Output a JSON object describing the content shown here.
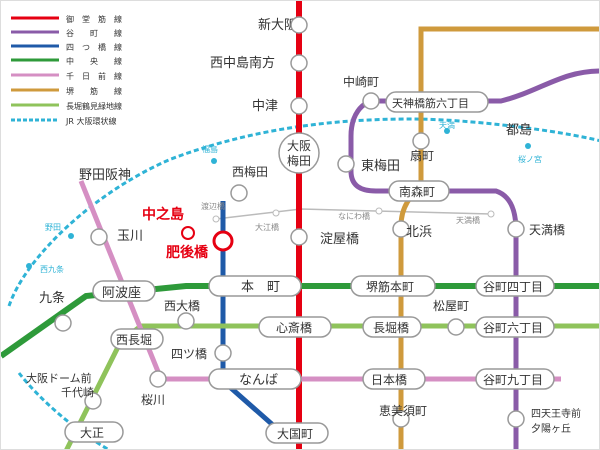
{
  "legend": [
    {
      "label": "御　堂　筋　線",
      "color": "#e60012",
      "dashed": false
    },
    {
      "label": "谷　　町　　線",
      "color": "#8a5ba8",
      "dashed": false
    },
    {
      "label": "四　つ　橋　線",
      "color": "#1f5aa8",
      "dashed": false
    },
    {
      "label": "中　　央　　線",
      "color": "#2e9a3a",
      "dashed": false
    },
    {
      "label": "千　日　前　線",
      "color": "#d58fc3",
      "dashed": false
    },
    {
      "label": "堺　　筋　　線",
      "color": "#cf9a3c",
      "dashed": false
    },
    {
      "label": "長堀鶴見緑地線",
      "color": "#8fc35b",
      "dashed": false
    },
    {
      "label": "JR 大阪環状線",
      "color": "#2fb3d6",
      "dashed": true
    }
  ],
  "highlight": {
    "label1": "中之島",
    "label2": "肥後橋",
    "color": "#e60012"
  },
  "stations": {
    "shin_osaka": "新大阪",
    "nishinakajima": "西中島南方",
    "nakatsu": "中津",
    "umeda_1": "大阪",
    "umeda_2": "梅田",
    "nishiumeda": "西梅田",
    "nodahanshin": "野田阪神",
    "tamagawa": "玉川",
    "awaza": "阿波座",
    "kujo": "九条",
    "nishiohashi": "西大橋",
    "nishinagahori": "西長堀",
    "yotsubashi": "四ツ橋",
    "sakuragawa": "桜川",
    "dome_1": "大阪ドーム前",
    "dome_2": "千代崎",
    "taisho": "大正",
    "daikokucho": "大国町",
    "hommachi": "本　町",
    "shinsaibashi": "心斎橋",
    "namba": "なんば",
    "yodoyabashi": "淀屋橋",
    "nakazakicho": "中崎町",
    "higashiumeda": "東梅田",
    "minamimorimachi": "南森町",
    "kitahama": "北浜",
    "tenjinbashi": "天神橋筋六丁目",
    "ogimachi": "扇町",
    "sakaisuji_hommachi": "堺筋本町",
    "nagahoribashi": "長堀橋",
    "nipponbashi": "日本橋",
    "ebisucho": "恵美須町",
    "matsuyamachi": "松屋町",
    "tenmabashi": "天満橋",
    "tanimachi4": "谷町四丁目",
    "tanimachi6": "谷町六丁目",
    "tanimachi9": "谷町九丁目",
    "tennoji_1": "四天王寺前",
    "tennoji_2": "夕陽ヶ丘",
    "miyakojima": "都島"
  },
  "jr_stations": {
    "fukushima": "福島",
    "noda": "野田",
    "nishikujo": "西九条",
    "temma": "天満",
    "sakuranomiya": "桜ノ宮"
  },
  "keihan_stations": {
    "watanabebashi": "渡辺橋",
    "oebashi": "大江橋",
    "naniwabashi": "なにわ橋",
    "tenmabashi": "天満橋"
  }
}
